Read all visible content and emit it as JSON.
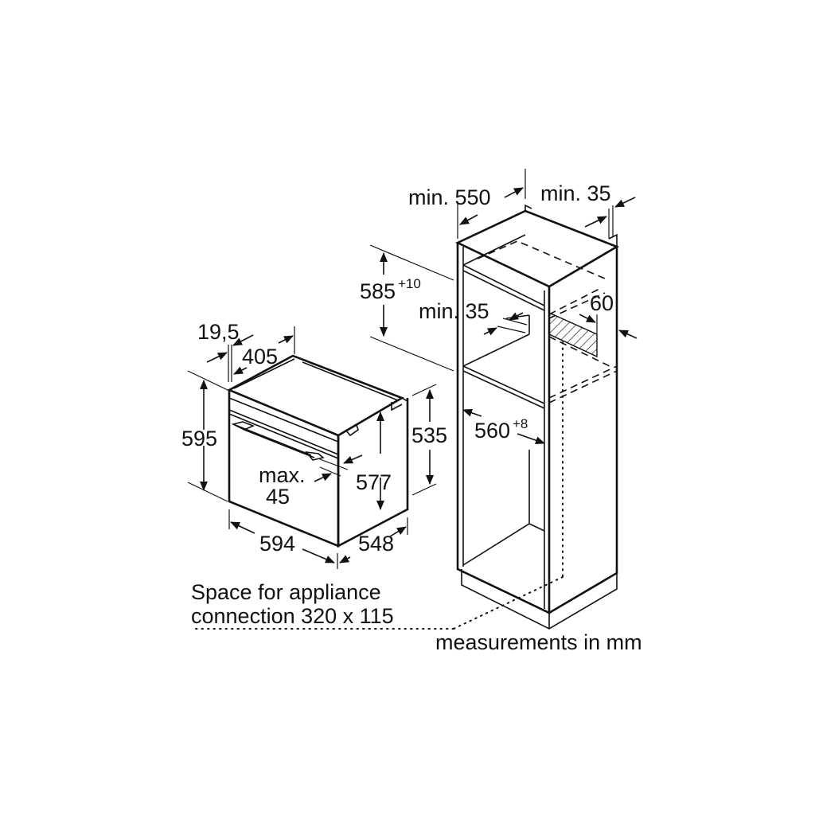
{
  "diagram": {
    "type": "installation-dimension-drawing",
    "units_note": "measurements in mm",
    "appliance": {
      "dimensions": {
        "height_total": "595",
        "width_total": "594",
        "depth_total": "548",
        "depth_body": "405",
        "front_thickness": "19,5",
        "body_height": "577",
        "rear_height": "535",
        "handle_offset_label": "max.",
        "handle_offset_value": "45"
      }
    },
    "cabinet": {
      "dimensions": {
        "depth_min": "min. 550",
        "rear_gap_min": "min. 35",
        "niche_height": "585",
        "niche_height_tolerance": "+10",
        "shelf_gap_min": "min. 35",
        "ventilation": "60",
        "niche_width": "560",
        "niche_width_tolerance": "+8"
      }
    },
    "notes": {
      "connection_line1": "Space for appliance",
      "connection_line2": "connection 320 x 115",
      "units": "measurements in mm"
    }
  }
}
